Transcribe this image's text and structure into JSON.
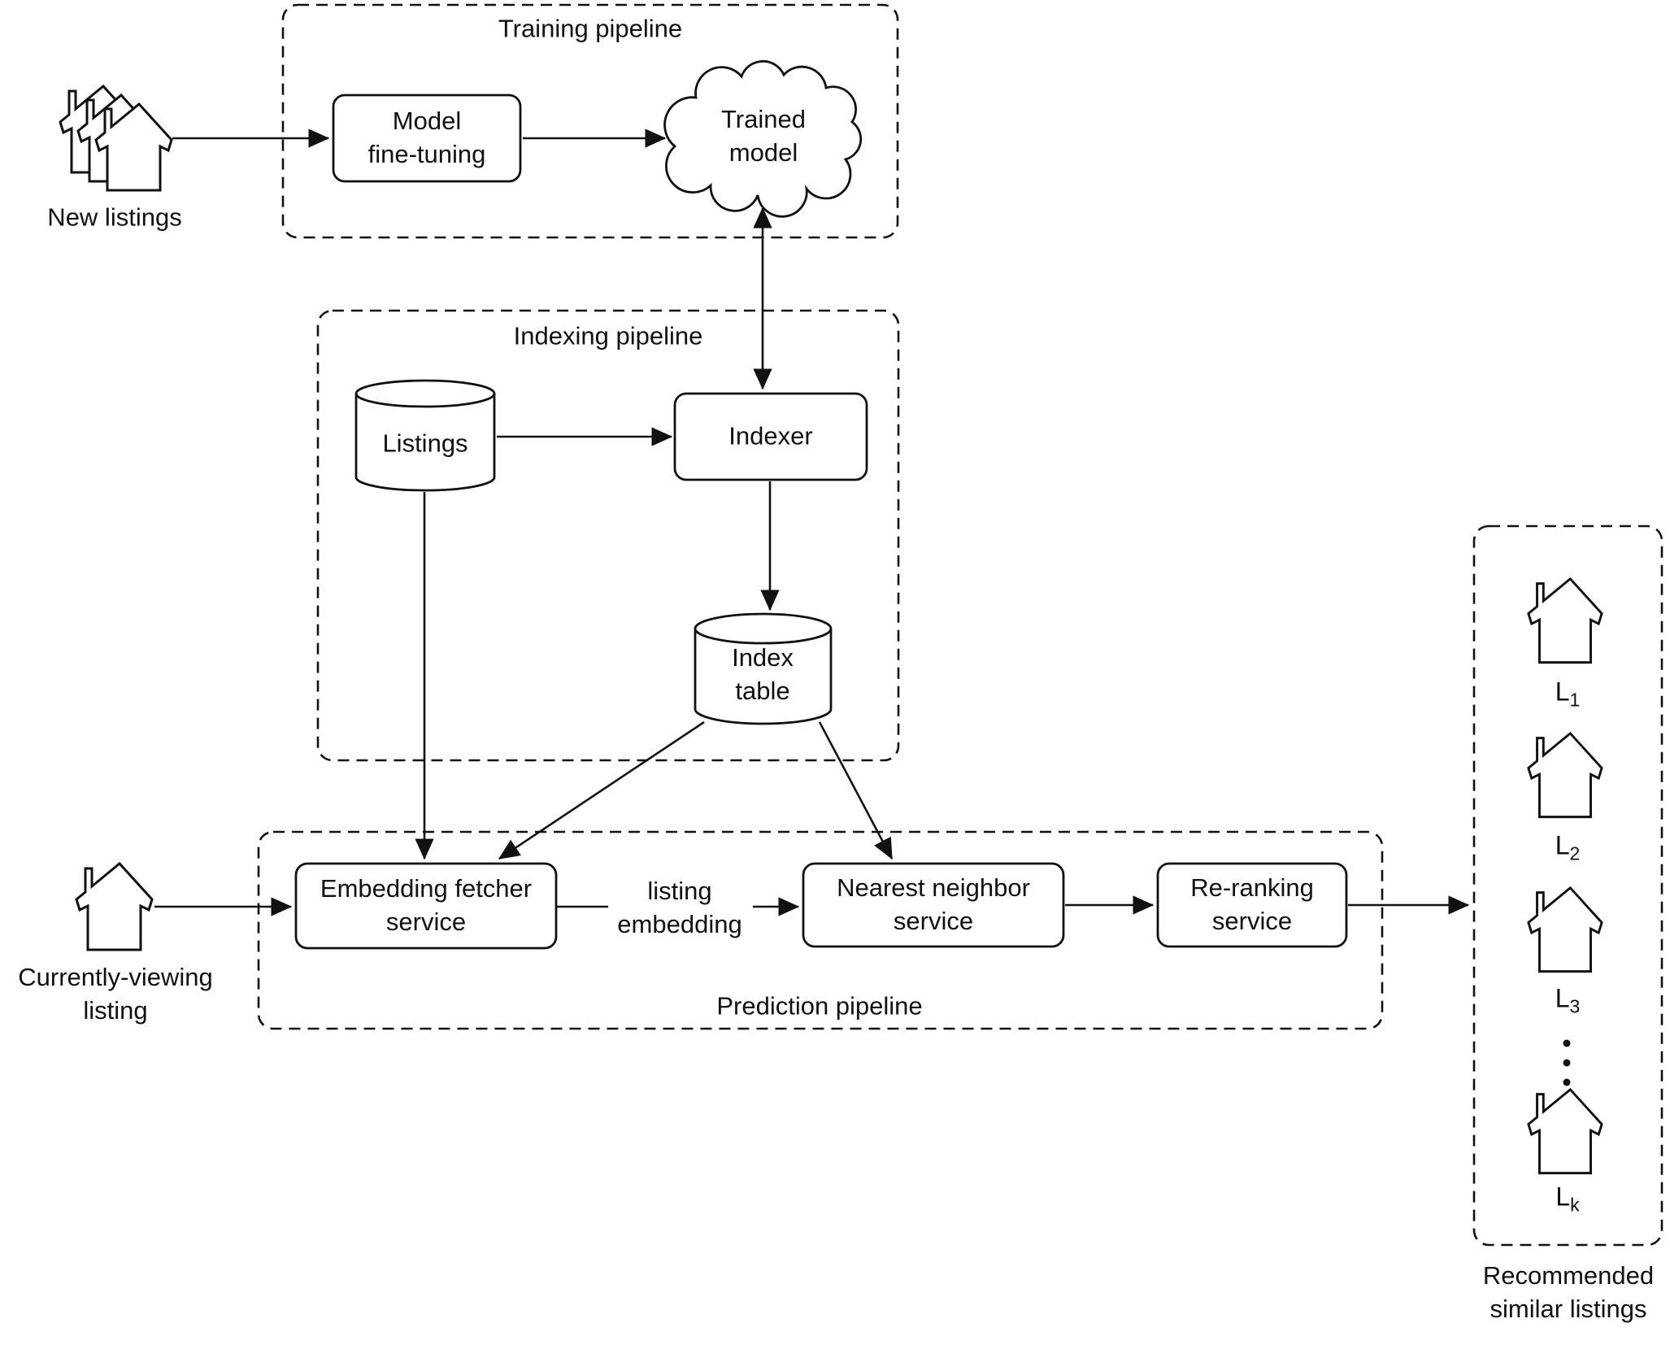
{
  "colors": {
    "ink": "#111111",
    "background": "#ffffff"
  },
  "sources": {
    "new_listings_label": "New listings",
    "currently_viewing_label": "Currently-viewing\nlisting"
  },
  "training": {
    "title": "Training pipeline",
    "model_finetuning": "Model\nfine-tuning",
    "trained_model": "Trained\nmodel"
  },
  "indexing": {
    "title": "Indexing pipeline",
    "listings_db": "Listings",
    "indexer": "Indexer",
    "index_table": "Index\ntable"
  },
  "prediction": {
    "title": "Prediction pipeline",
    "embedding_fetcher": "Embedding fetcher\nservice",
    "edge_label": "listing\nembedding",
    "nearest_neighbor": "Nearest neighbor\nservice",
    "reranking": "Re-ranking\nservice"
  },
  "output": {
    "title": "Recommended\nsimilar listings",
    "items": [
      {
        "base": "L",
        "sub": "1"
      },
      {
        "base": "L",
        "sub": "2"
      },
      {
        "base": "L",
        "sub": "3"
      },
      {
        "base": "L",
        "sub": "k"
      }
    ]
  }
}
